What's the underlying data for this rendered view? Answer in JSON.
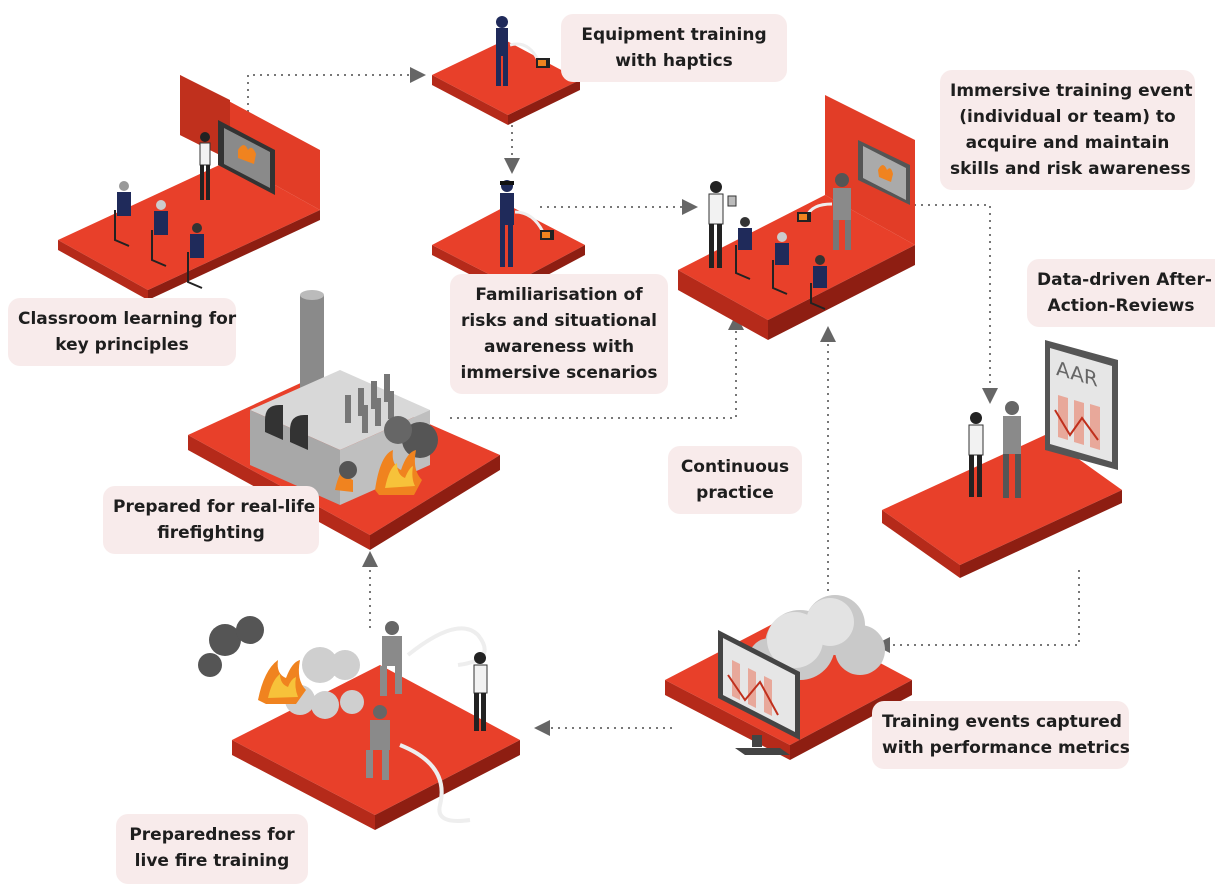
{
  "labels": {
    "equipment": [
      "Equipment training",
      "with haptics"
    ],
    "immersive": [
      "Immersive training event",
      "(individual or team) to",
      "acquire and maintain",
      "skills and risk awareness"
    ],
    "classroom": [
      "Classroom learning for",
      "key principles"
    ],
    "familiarisation": [
      "Familiarisation of",
      "risks and situational",
      "awareness with",
      "immersive scenarios"
    ],
    "aar": [
      "Data-driven After-",
      "Action-Reviews"
    ],
    "continuous": [
      "Continuous",
      "practice"
    ],
    "realLife": [
      "Prepared for real-life",
      "firefighting"
    ],
    "captured": [
      "Training events captured",
      "with performance metrics"
    ],
    "liveFire": [
      "Preparedness for",
      "live fire training"
    ]
  },
  "screen_text": {
    "aar": "AAR"
  },
  "colors": {
    "platform_top": "#e8402a",
    "platform_side": "#b52a1a",
    "platform_dark": "#8e1e12",
    "wall": "#e23d27",
    "wall_dark": "#c0301d",
    "label_bg": "#f8ebeb",
    "navy": "#1f2a5a",
    "grey": "#8a8a8a",
    "smoke": "#c9c9c9",
    "fire": "#f0831f",
    "arrow": "#666666"
  }
}
